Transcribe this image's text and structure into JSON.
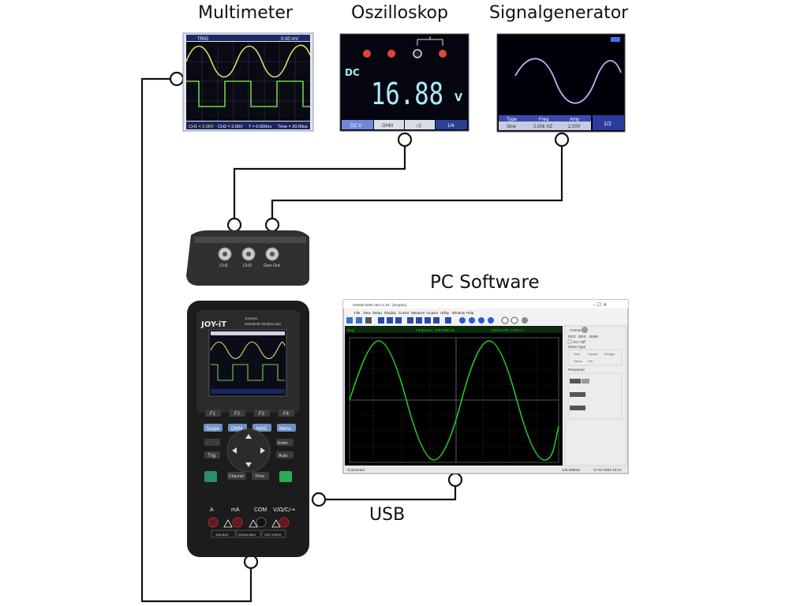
{
  "labels": {
    "multimeter": "Multimeter",
    "oscilloscope": "Oszilloskop",
    "signalgenerator": "Signalgenerator",
    "pc_software": "PC Software",
    "usb": "USB"
  },
  "scope_screen": {
    "trig": "TRIG",
    "volt_readout": "0.00 mV",
    "ch1": "CH1 = 2.00V",
    "ch2": "CH2 = 2.00V",
    "t": "T = 0.000ns",
    "time": "Time = 20.00us"
  },
  "dmm_screen": {
    "mode": "DC",
    "value": "16.88",
    "unit": "V",
    "tabs": [
      "DC V",
      "OHM",
      "◁)",
      "1/4"
    ]
  },
  "gen_screen": {
    "headers": [
      "Type",
      "Freq",
      "Amp"
    ],
    "values": [
      "Sine",
      "2.00k HZ",
      "2.00V"
    ],
    "page": "1/2"
  },
  "adapter": {
    "ports": [
      "CH1",
      "CH2",
      "Gen Out"
    ]
  },
  "device": {
    "brand": "JOY-iT",
    "model": "JDS6600",
    "subtitle": "Handheld Oscilloscope",
    "fkeys": [
      "F1",
      "F2",
      "F3",
      "F4"
    ],
    "modes": [
      "Scope",
      "DMM",
      "AWG",
      "Menu"
    ],
    "trig": "Trig",
    "enter": "Enter",
    "auto": "Auto",
    "channel": "Channel",
    "time": "Time",
    "jacks": [
      "A",
      "mA",
      "COM",
      "V/Ω/C/→"
    ],
    "jack_notes": [
      "10A MAX",
      "200mA MAX",
      "CAT II 600V"
    ]
  },
  "pc_window": {
    "title": "Hantek-2000 Ver1.1.10 - [Scope1]",
    "menu": [
      "File",
      "View",
      "Setup",
      "Display",
      "Cursor",
      "Measure",
      "Acquire",
      "Utility",
      "Window",
      "Help"
    ],
    "status_left": "Stop",
    "frequency": "Frequency: 1000.000 Hz",
    "vpp": "V(Pk to Pk): 4.000 V",
    "panel_connect": "Connect",
    "panel_tabs": [
      "DSO",
      "DDS",
      "DMM"
    ],
    "panel_onoff": "On / Off",
    "wave_type": "Wave Type",
    "wave_opts": [
      "Sine",
      "Square",
      "Triangle",
      "Ramp",
      "Arb"
    ],
    "parameter": "Parameter",
    "status_bottom_left": "Connected",
    "status_bottom_mid": "125.00MSa",
    "status_bottom_right": "17-01-2020 10:14"
  },
  "colors": {
    "scope_trace_1": "#d9e36b",
    "scope_trace_2": "#6fd14a",
    "dmm_digits": "#a8ecff",
    "gen_wave": "#b7b4ff",
    "pc_trace": "#27c427",
    "cable": "#111111"
  }
}
